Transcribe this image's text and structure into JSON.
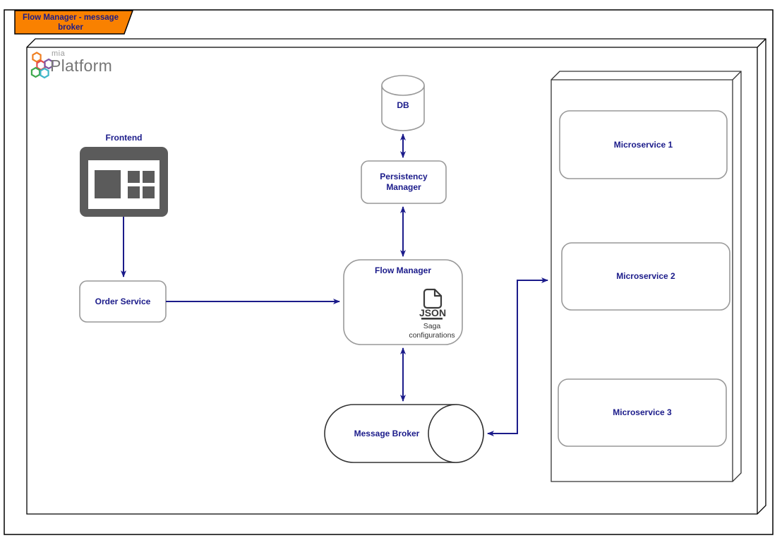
{
  "frame": {
    "title": "Flow Manager - message broker"
  },
  "logo": {
    "top_text": "mia",
    "bottom_text": "Platform",
    "hex_colors": [
      "#ef8023",
      "#e34c4c",
      "#7d58a5",
      "#3fa94d",
      "#3fb6c9"
    ]
  },
  "nodes": {
    "frontend": {
      "label": "Frontend"
    },
    "order_service": {
      "label": "Order Service"
    },
    "db": {
      "label": "DB"
    },
    "persistency_manager": {
      "label": "Persistency Manager"
    },
    "flow_manager": {
      "label": "Flow Manager",
      "icon_text": "JSON",
      "attachment_label": "Saga configurations"
    },
    "message_broker": {
      "label": "Message Broker"
    },
    "microservices_container": {
      "items": [
        {
          "label": "Microservice 1"
        },
        {
          "label": "Microservice 2"
        },
        {
          "label": "Microservice 3"
        }
      ]
    }
  },
  "connections": [
    {
      "from": "Frontend",
      "to": "Order Service",
      "direction": "one-way"
    },
    {
      "from": "Order Service",
      "to": "Flow Manager",
      "direction": "one-way"
    },
    {
      "from": "DB",
      "to": "Persistency Manager",
      "direction": "two-way"
    },
    {
      "from": "Persistency Manager",
      "to": "Flow Manager",
      "direction": "two-way"
    },
    {
      "from": "Flow Manager",
      "to": "Message Broker",
      "direction": "two-way"
    },
    {
      "from": "Message Broker",
      "to": "Microservices container",
      "direction": "two-way"
    }
  ],
  "colors": {
    "arrow_and_label": "#1b1b8a",
    "tab_fill": "#f98100",
    "box_border": "#999999",
    "container_border": "#333333",
    "frontend_icon": "#5b5b5b"
  }
}
